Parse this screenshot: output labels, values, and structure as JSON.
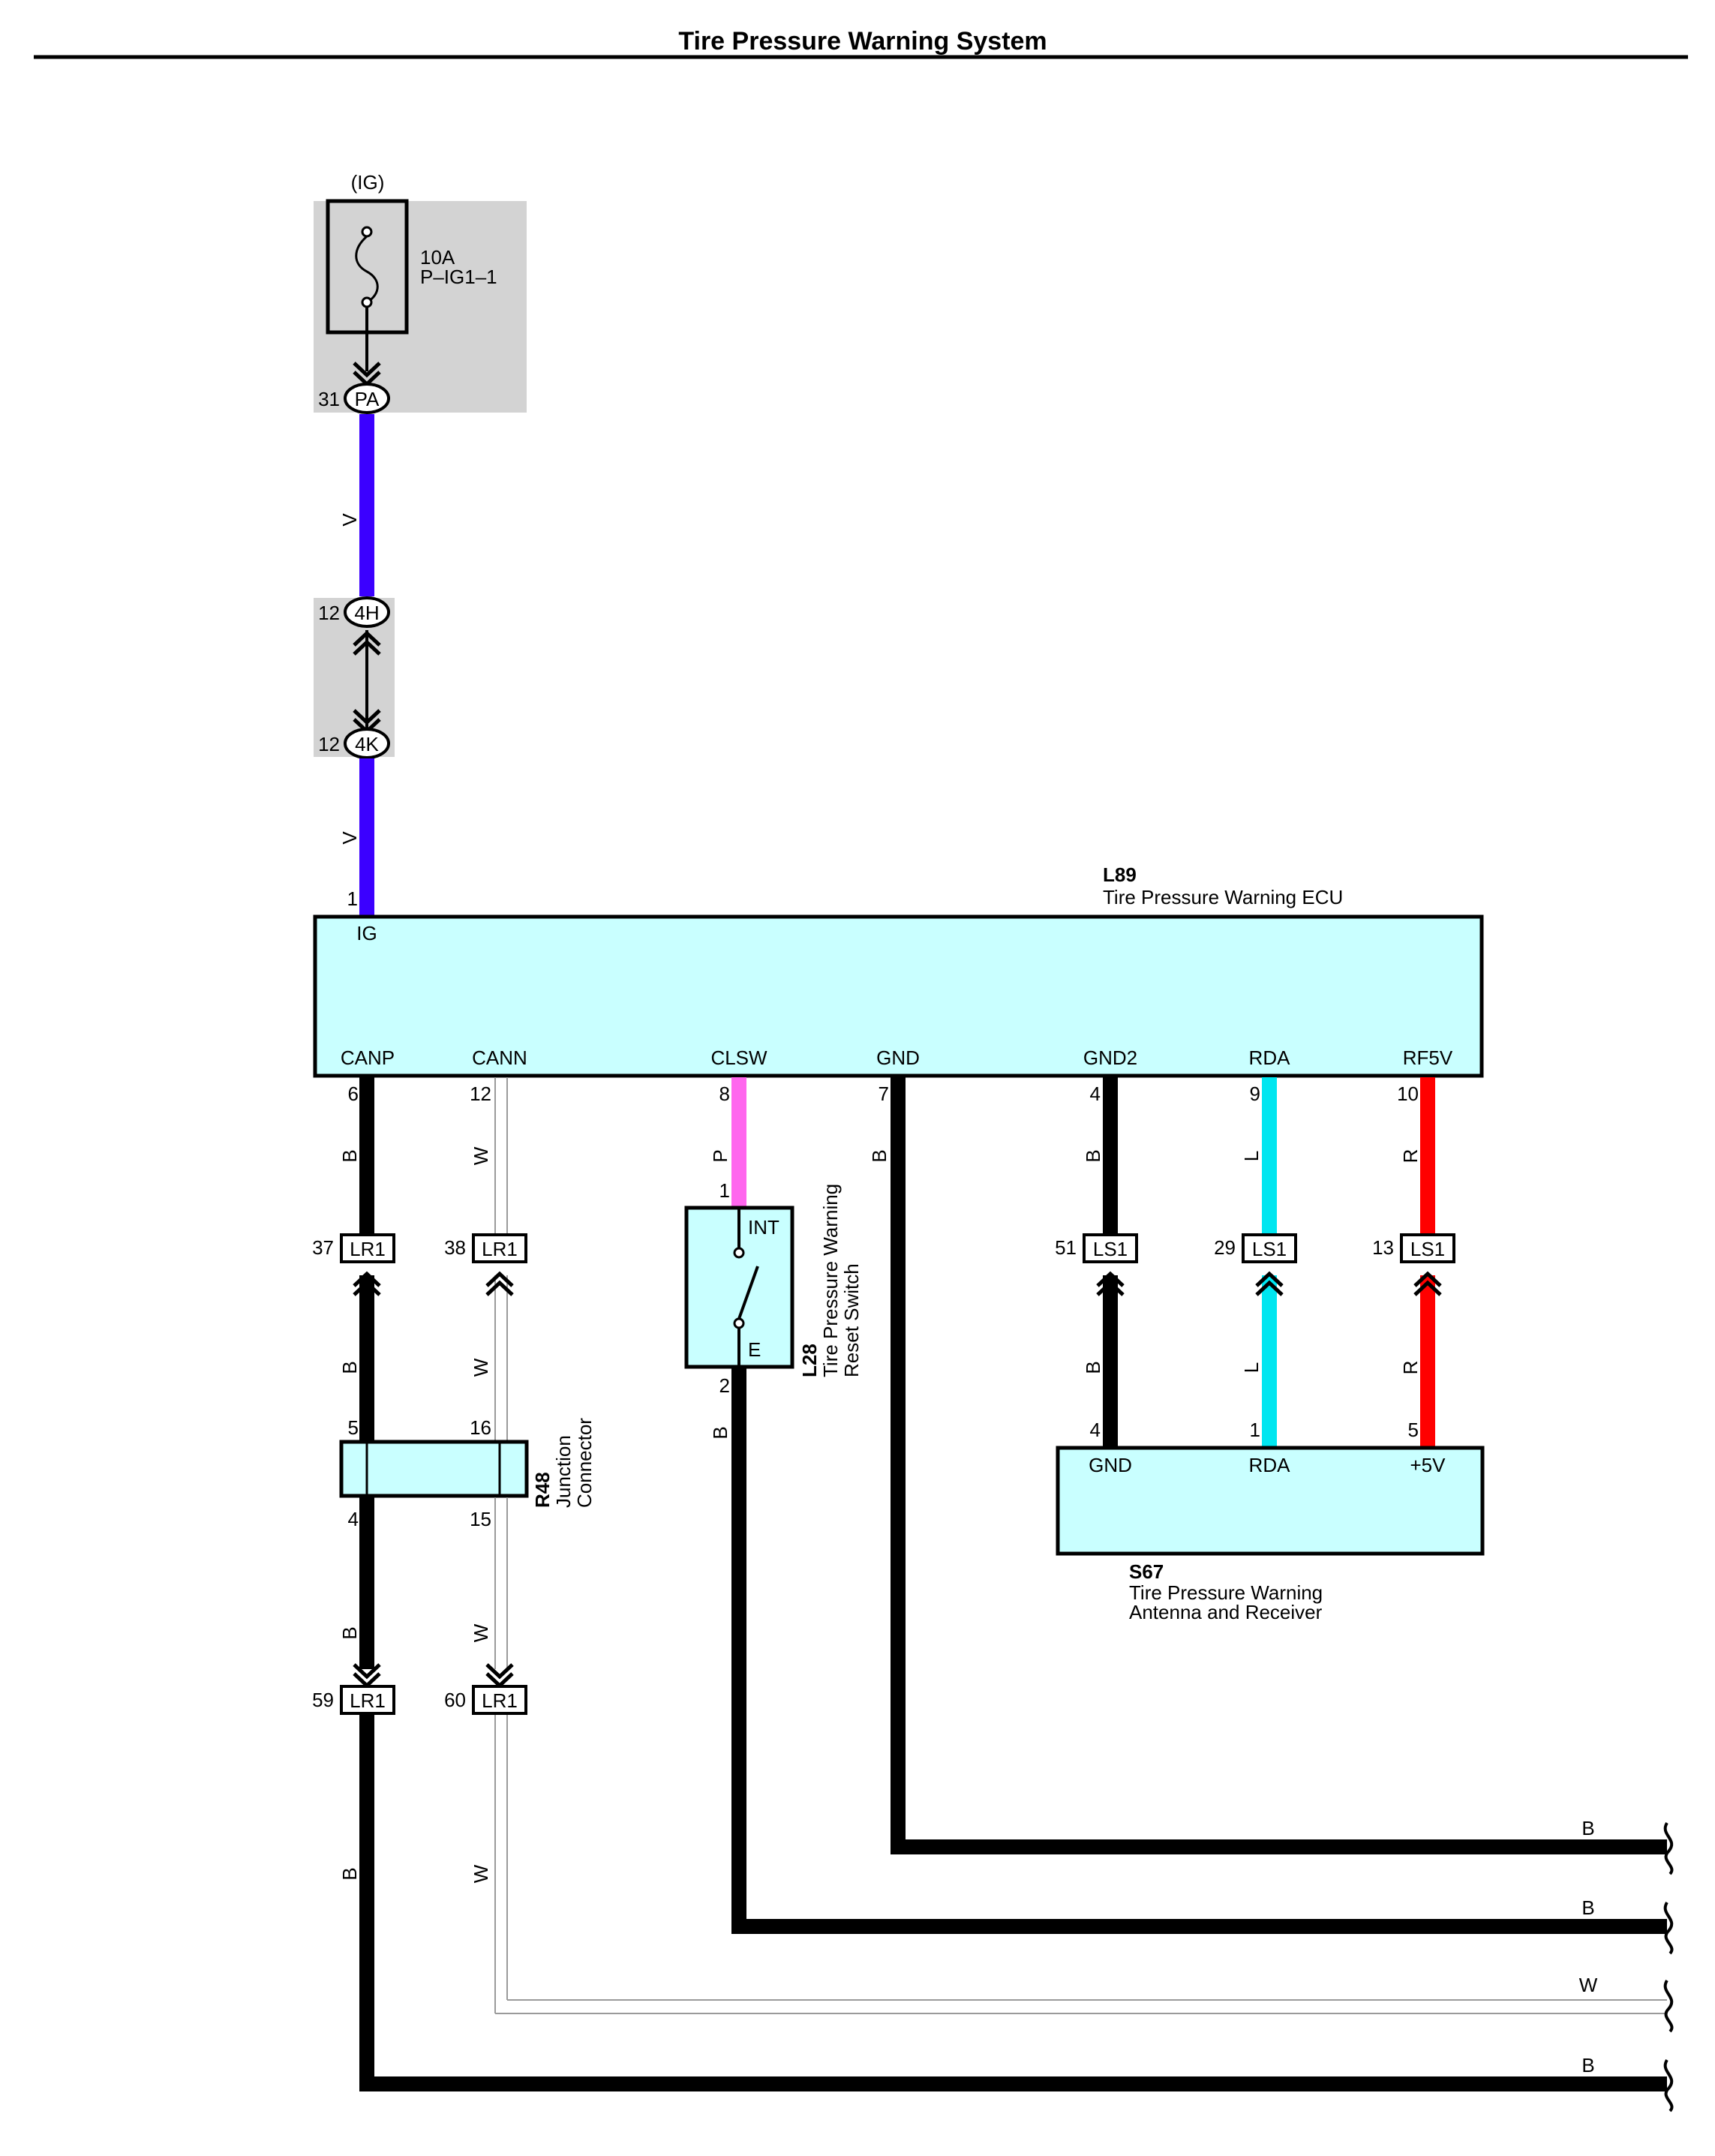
{
  "title": "Tire Pressure Warning System",
  "colors": {
    "V": "#3b00ff",
    "P": "#ff66ee",
    "L": "#00e6f0",
    "R": "#ff0000",
    "B": "#000000",
    "W": "#9a9a9a",
    "component_fill": "#c9ffff",
    "shade": "#d3d3d3"
  },
  "fuse": {
    "power_label": "(IG)",
    "rating": "10A",
    "name": "P–IG1–1"
  },
  "connectors": {
    "pa": {
      "pin": "31",
      "code": "PA"
    },
    "h4": {
      "pin": "12",
      "code": "4H"
    },
    "k4": {
      "pin": "12",
      "code": "4K"
    },
    "lr1_37": {
      "pin": "37",
      "code": "LR1"
    },
    "lr1_38": {
      "pin": "38",
      "code": "LR1"
    },
    "lr1_59": {
      "pin": "59",
      "code": "LR1"
    },
    "lr1_60": {
      "pin": "60",
      "code": "LR1"
    },
    "ls1_51": {
      "pin": "51",
      "code": "LS1"
    },
    "ls1_29": {
      "pin": "29",
      "code": "LS1"
    },
    "ls1_13": {
      "pin": "13",
      "code": "LS1"
    }
  },
  "ecu": {
    "code": "L89",
    "name": "Tire Pressure Warning ECU",
    "ig": {
      "pin": "1",
      "label": "IG"
    },
    "pins": [
      {
        "key": "canp",
        "pin": "6",
        "label": "CANP",
        "color": "B"
      },
      {
        "key": "cann",
        "pin": "12",
        "label": "CANN",
        "color": "W"
      },
      {
        "key": "clsw",
        "pin": "8",
        "label": "CLSW",
        "color": "P"
      },
      {
        "key": "gnd",
        "pin": "7",
        "label": "GND",
        "color": "B"
      },
      {
        "key": "gnd2",
        "pin": "4",
        "label": "GND2",
        "color": "B"
      },
      {
        "key": "rda",
        "pin": "9",
        "label": "RDA",
        "color": "L"
      },
      {
        "key": "rf5v",
        "pin": "10",
        "label": "RF5V",
        "color": "R"
      }
    ]
  },
  "switch": {
    "code": "L28",
    "line1": "Tire Pressure Warning",
    "line2": "Reset Switch",
    "int_label": "INT",
    "e_label": "E",
    "pin_in": "1",
    "pin_out": "2"
  },
  "junction": {
    "code": "R48",
    "line1": "Junction",
    "line2": "Connector",
    "pin_in_b": "5",
    "pin_in_w": "16",
    "pin_out_b": "4",
    "pin_out_w": "15"
  },
  "receiver": {
    "code": "S67",
    "line1": "Tire Pressure Warning",
    "line2": "Antenna and Receiver",
    "pins": [
      {
        "pin": "4",
        "label": "GND"
      },
      {
        "pin": "1",
        "label": "RDA"
      },
      {
        "pin": "5",
        "label": "+5V"
      }
    ]
  },
  "wire_labels": {
    "v": "V",
    "b": "B",
    "w": "W",
    "p": "P",
    "l": "L",
    "r": "R"
  }
}
